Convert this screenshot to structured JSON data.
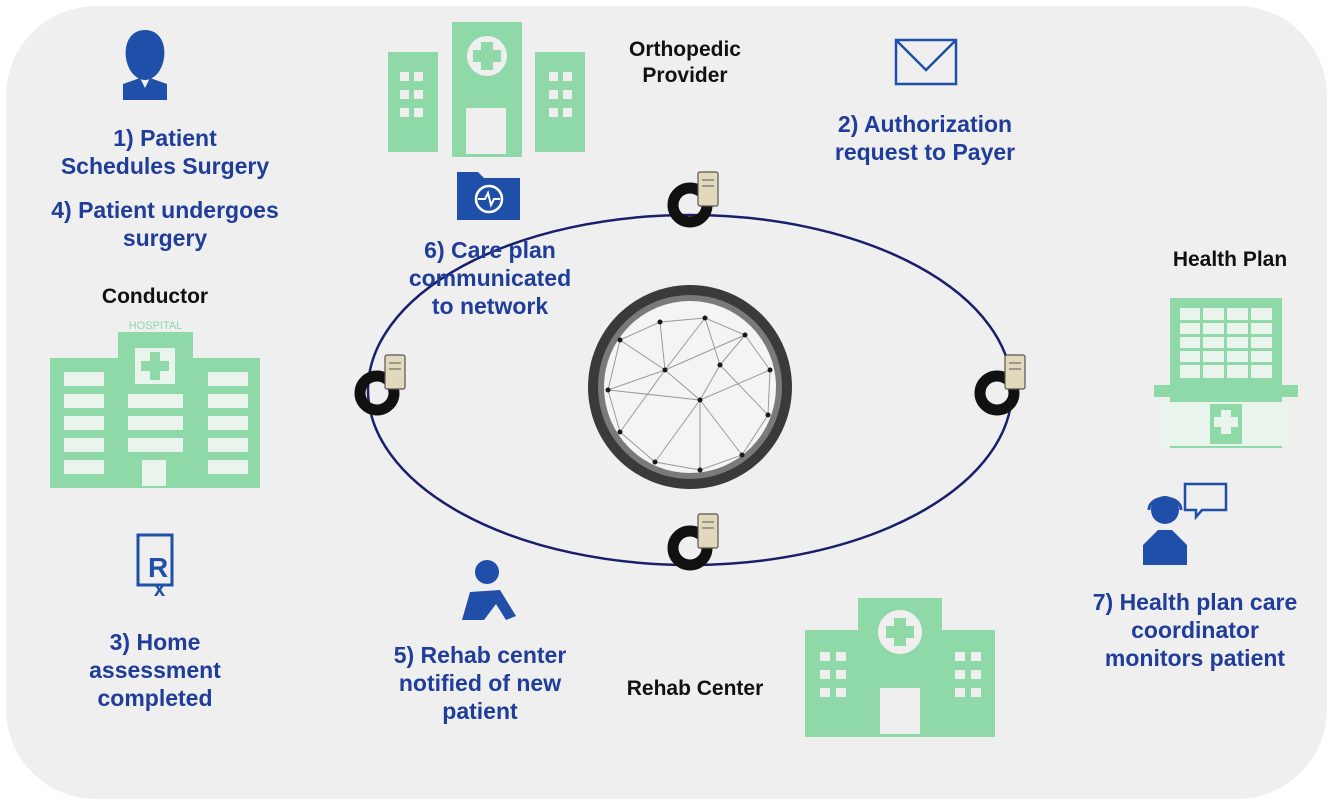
{
  "colors": {
    "panel": "#efefef",
    "step_text": "#1f3d99",
    "role_text": "#111111",
    "building": "#8fd9a8",
    "icon": "#1f4fa8",
    "ring": "#1a1f6b"
  },
  "steps": {
    "s1": [
      "1) Patient",
      "Schedules Surgery"
    ],
    "s4": [
      "4) Patient undergoes",
      "surgery"
    ],
    "s2": [
      "2) Authorization",
      "request to Payer"
    ],
    "s6": [
      "6) Care plan",
      "communicated",
      "to network"
    ],
    "s3": [
      "3) Home",
      "assessment",
      "completed"
    ],
    "s5": [
      "5) Rehab center",
      "notified of new",
      "patient"
    ],
    "s7": [
      "7) Health plan care",
      "coordinator",
      "monitors patient"
    ]
  },
  "roles": {
    "orthopedic": [
      "Orthopedic",
      "Provider"
    ],
    "conductor": "Conductor",
    "health_plan": "Health Plan",
    "rehab": "Rehab Center"
  },
  "signage": {
    "hospital": "HOSPITAL"
  },
  "icons": [
    "patient-user-icon",
    "envelope-icon",
    "medical-folder-icon",
    "prescription-icon",
    "injured-patient-icon",
    "care-coordinator-headset-icon",
    "network-globe-icon",
    "server-node-icon"
  ]
}
